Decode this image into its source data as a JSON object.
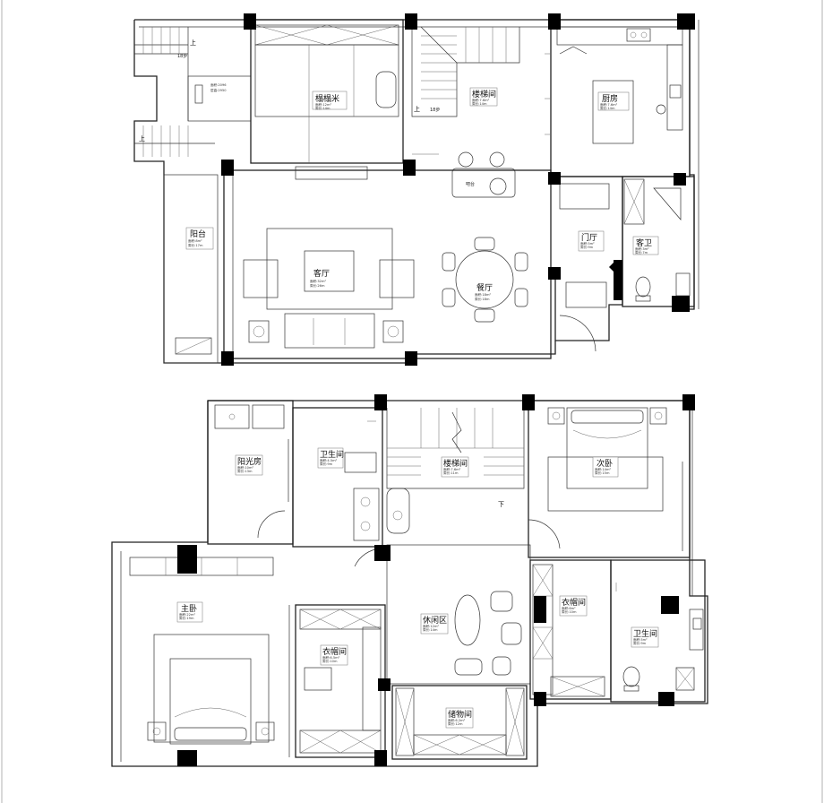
{
  "rooms": {
    "upper_storage": {
      "name": "",
      "sub1": "面积:2096",
      "sub2": "层高:2950"
    },
    "tatami": {
      "name": "榻榻米",
      "sub1": "面积:12m²",
      "sub2": "周长:14m"
    },
    "stair_top": {
      "name": "楼梯间",
      "sub1": "面积:7.6m²",
      "sub2": "周长:14m"
    },
    "kitchen": {
      "name": "厨房",
      "sub1": "面积:7.6m²",
      "sub2": "周长:14m"
    },
    "bar": {
      "name": "吧台"
    },
    "balcony": {
      "name": "阳台",
      "sub1": "面积:8m²",
      "sub2": "周长:17m"
    },
    "living": {
      "name": "客厅",
      "sub1": "面积:32m²",
      "sub2": "周长:26m"
    },
    "dining": {
      "name": "餐厅",
      "sub1": "面积:18m²",
      "sub2": "周长:18m"
    },
    "foyer": {
      "name": "门厅",
      "sub1": "面积:5m²",
      "sub2": "周长:9m"
    },
    "guest_bath": {
      "name": "客卫",
      "sub1": "面积:3m²",
      "sub2": "周长:7m"
    },
    "sunroom": {
      "name": "阳光房",
      "sub1": "面积:10m²",
      "sub2": "周长:13m"
    },
    "bath_upper": {
      "name": "卫生间",
      "sub1": "面积:4.5m²",
      "sub2": "周长:9m"
    },
    "stair_bottom": {
      "name": "楼梯间",
      "sub1": "面积:7.6m²",
      "sub2": "周长:11m"
    },
    "second_bed": {
      "name": "次卧",
      "sub1": "面积:14m²",
      "sub2": "周长:15m"
    },
    "master": {
      "name": "主卧",
      "sub1": "面积:22m²",
      "sub2": "周长:19m"
    },
    "closet_left": {
      "name": "衣帽间",
      "sub1": "面积:6.5m²",
      "sub2": "周长:10m"
    },
    "leisure": {
      "name": "休闲区",
      "sub1": "面积:12m²",
      "sub2": "周长:14m"
    },
    "closet_right": {
      "name": "衣帽间",
      "sub1": "面积:6m²",
      "sub2": "周长:10m"
    },
    "bath_right": {
      "name": "卫生间",
      "sub1": "面积:5m²",
      "sub2": "周长:9m"
    },
    "storage": {
      "name": "储物间",
      "sub1": "面积:6.2m²",
      "sub2": "周长:12m"
    }
  },
  "annotations": {
    "up_left_top": "上",
    "up_left_mid": "上",
    "up_stair": "上",
    "steps": "18步",
    "steps_left": "18步",
    "down": "下"
  }
}
